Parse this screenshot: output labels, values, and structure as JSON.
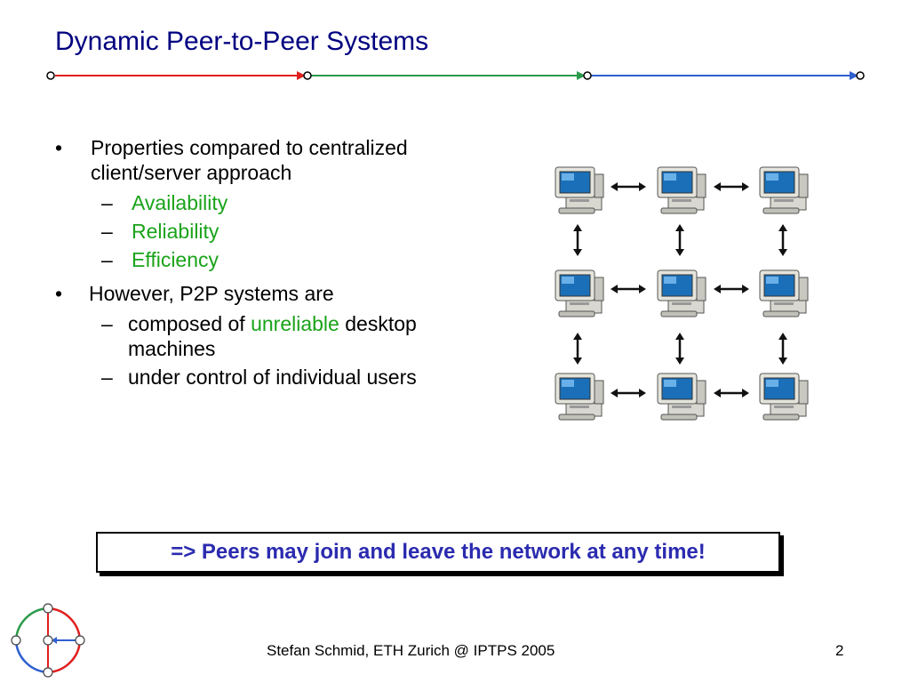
{
  "slide": {
    "title": "Dynamic Peer-to-Peer Systems",
    "bullets": [
      {
        "mark": "•",
        "text": "Properties compared to centralized client/server approach",
        "sub": [
          {
            "mark": "–",
            "text": "Availability",
            "color": "#1aa31a"
          },
          {
            "mark": "–",
            "text": "Reliability",
            "color": "#1aa31a"
          },
          {
            "mark": "–",
            "text": "Efficiency",
            "color": "#1aa31a"
          }
        ]
      },
      {
        "mark": "•",
        "text": "However, P2P systems are",
        "sub": [
          {
            "mark": "–",
            "pre": "composed of ",
            "highlight": "unreliable",
            "post": " desktop machines"
          },
          {
            "mark": "–",
            "text": "under control of individual users"
          }
        ]
      }
    ],
    "conclusion": "=> Peers may join and leave the network at any time!",
    "footer": "Stefan Schmid, ETH Zurich @ IPTPS 2005",
    "page_number": "2"
  },
  "colors": {
    "title": "#000080",
    "highlight": "#1aa31a",
    "conclusion": "#2b2bb0",
    "line_red": "#e02020",
    "line_green": "#2a9a4a",
    "line_blue": "#3060d0"
  },
  "network": {
    "rows": 3,
    "cols": 3,
    "node_icon": "desktop-computer-icon",
    "link_icon": "double-arrow-icon"
  }
}
